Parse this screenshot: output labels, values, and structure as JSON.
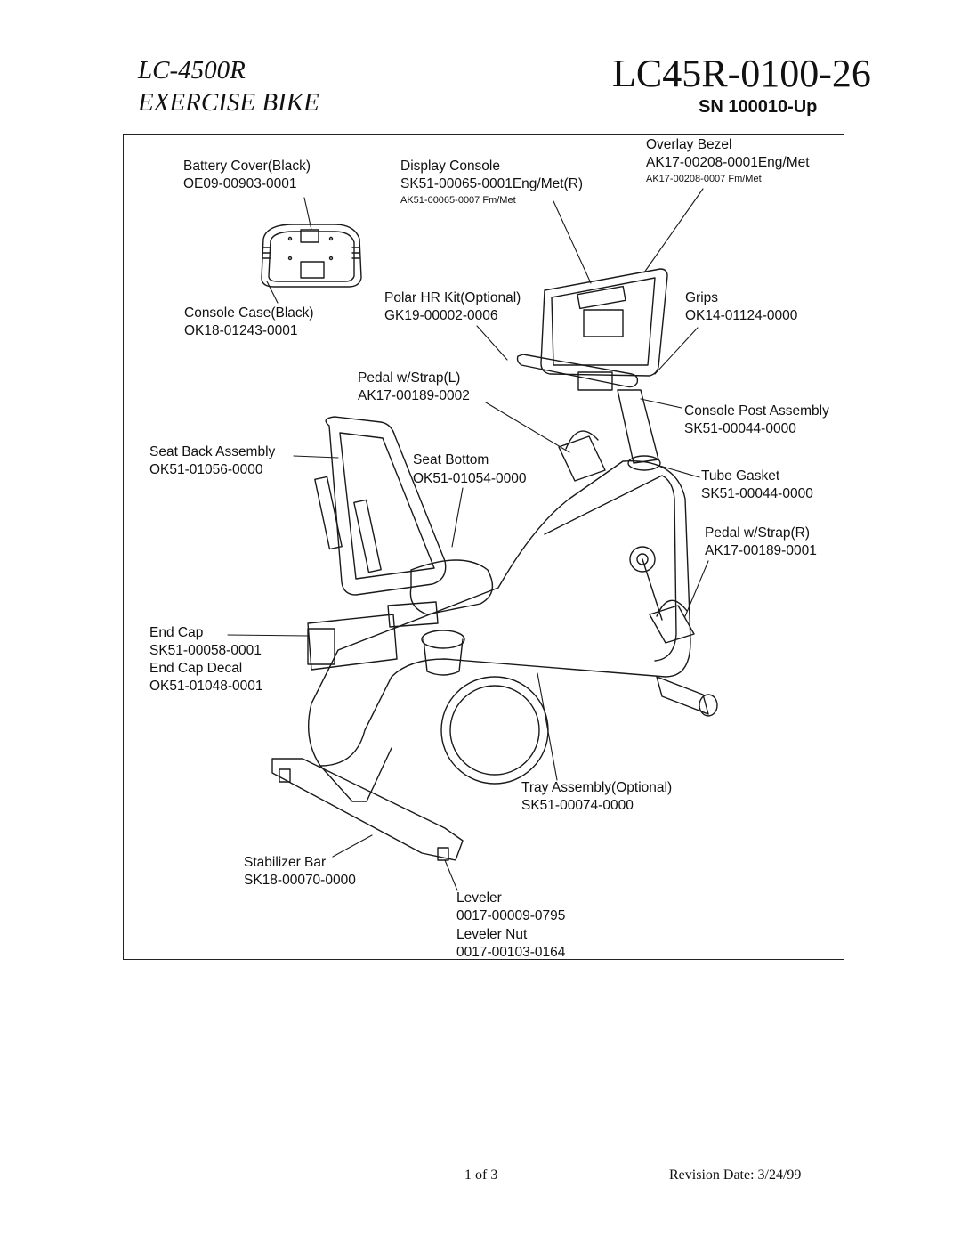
{
  "header": {
    "model": "LC-4500R",
    "model_name": "EXERCISE BIKE",
    "doc_number": "LC45R-0100-26",
    "serial": "SN 100010-Up"
  },
  "parts": {
    "battery_cover": {
      "name": "Battery Cover(Black)",
      "number": "OE09-00903-0001"
    },
    "display_console": {
      "name": "Display Console",
      "number": "SK51-00065-0001Eng/Met(R)",
      "alt": "AK51-00065-0007 Fm/Met"
    },
    "overlay_bezel": {
      "name": "Overlay Bezel",
      "number": "AK17-00208-0001Eng/Met",
      "alt": "AK17-00208-0007 Fm/Met"
    },
    "console_case": {
      "name": "Console Case(Black)",
      "number": "OK18-01243-0001"
    },
    "polar_hr_kit": {
      "name": "Polar HR Kit(Optional)",
      "number": "GK19-00002-0006"
    },
    "grips": {
      "name": "Grips",
      "number": "OK14-01124-0000"
    },
    "pedal_left": {
      "name": "Pedal w/Strap(L)",
      "number": "AK17-00189-0002"
    },
    "console_post": {
      "name": "Console Post Assembly",
      "number": "SK51-00044-0000"
    },
    "seat_back": {
      "name": "Seat Back Assembly",
      "number": "OK51-01056-0000"
    },
    "seat_bottom": {
      "name": "Seat Bottom",
      "number": "OK51-01054-0000"
    },
    "tube_gasket": {
      "name": "Tube Gasket",
      "number": "SK51-00044-0000"
    },
    "pedal_right": {
      "name": "Pedal w/Strap(R)",
      "number": "AK17-00189-0001"
    },
    "end_cap": {
      "name": "End Cap",
      "number": "SK51-00058-0001"
    },
    "end_cap_decal": {
      "name": "End Cap Decal",
      "number": "OK51-01048-0001"
    },
    "tray_assembly": {
      "name": "Tray Assembly(Optional)",
      "number": "SK51-00074-0000"
    },
    "stabilizer_bar": {
      "name": "Stabilizer Bar",
      "number": "SK18-00070-0000"
    },
    "leveler": {
      "name": "Leveler",
      "number": "0017-00009-0795"
    },
    "leveler_nut": {
      "name": "Leveler Nut",
      "number": "0017-00103-0164"
    }
  },
  "footer": {
    "page": "1 of 3",
    "revision": "Revision Date: 3/24/99"
  }
}
